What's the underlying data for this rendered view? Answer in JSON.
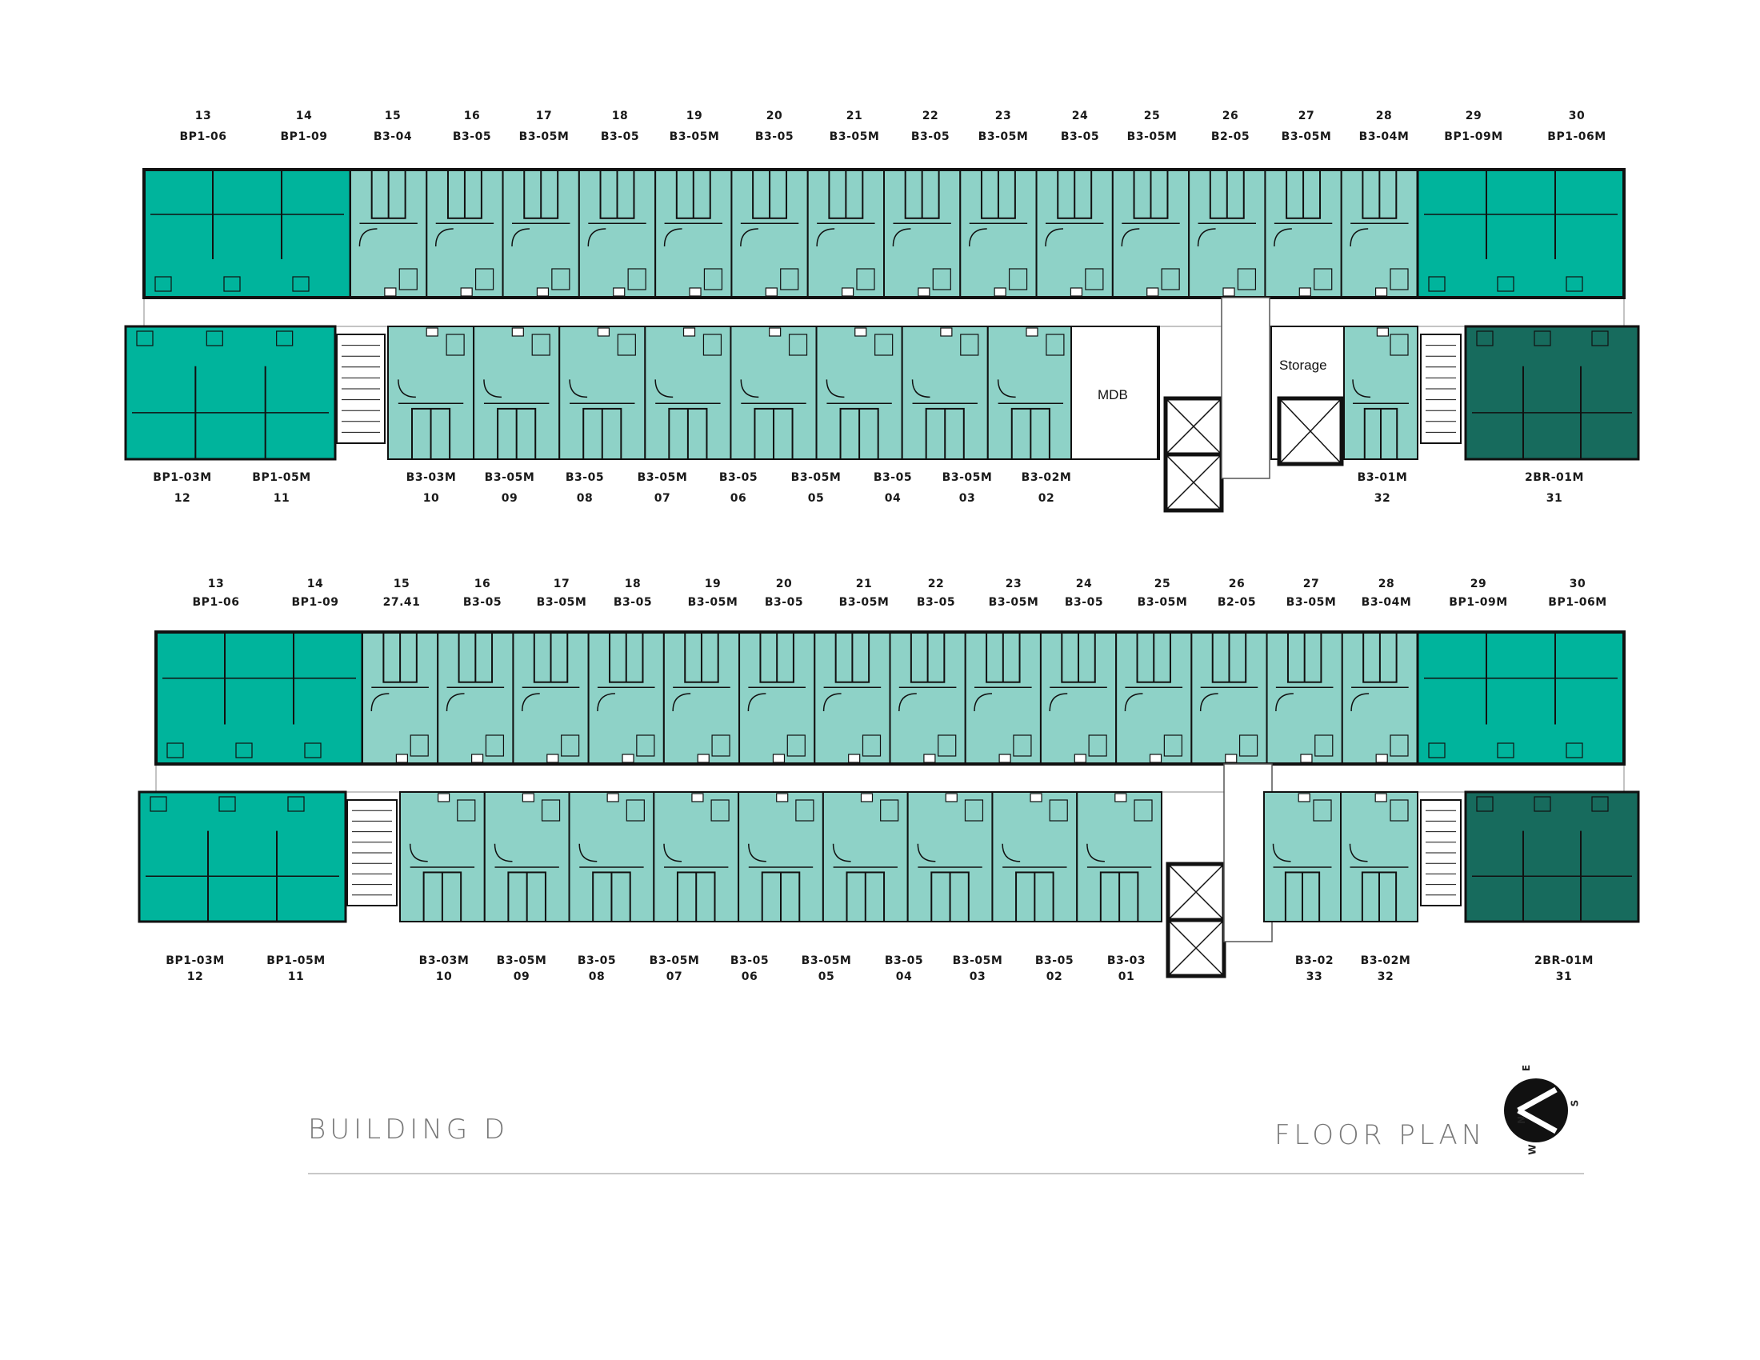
{
  "colors": {
    "studio": "#8ed2c7",
    "one_bedroom": "#00b49c",
    "two_bedroom": "#176b5d",
    "wall": "#111111",
    "corridor": "#ffffff",
    "rule": "#c8c8c8"
  },
  "floor_upper": {
    "top_units": [
      {
        "num": "13",
        "type": "BP1-06"
      },
      {
        "num": "14",
        "type": "BP1-09"
      },
      {
        "num": "15",
        "type": "B3-04"
      },
      {
        "num": "16",
        "type": "B3-05"
      },
      {
        "num": "17",
        "type": "B3-05M"
      },
      {
        "num": "18",
        "type": "B3-05"
      },
      {
        "num": "19",
        "type": "B3-05M"
      },
      {
        "num": "20",
        "type": "B3-05"
      },
      {
        "num": "21",
        "type": "B3-05M"
      },
      {
        "num": "22",
        "type": "B3-05"
      },
      {
        "num": "23",
        "type": "B3-05M"
      },
      {
        "num": "24",
        "type": "B3-05"
      },
      {
        "num": "25",
        "type": "B3-05M"
      },
      {
        "num": "26",
        "type": "B2-05"
      },
      {
        "num": "27",
        "type": "B3-05M"
      },
      {
        "num": "28",
        "type": "B3-04M"
      },
      {
        "num": "29",
        "type": "BP1-09M"
      },
      {
        "num": "30",
        "type": "BP1-06M"
      }
    ],
    "bottom_units": [
      {
        "num": "12",
        "type": "BP1-03M"
      },
      {
        "num": "11",
        "type": "BP1-05M"
      },
      {
        "num": "10",
        "type": "B3-03M"
      },
      {
        "num": "09",
        "type": "B3-05M"
      },
      {
        "num": "08",
        "type": "B3-05"
      },
      {
        "num": "07",
        "type": "B3-05M"
      },
      {
        "num": "06",
        "type": "B3-05"
      },
      {
        "num": "05",
        "type": "B3-05M"
      },
      {
        "num": "04",
        "type": "B3-05"
      },
      {
        "num": "03",
        "type": "B3-05M"
      },
      {
        "num": "02",
        "type": "B3-02M"
      },
      {
        "num": "32",
        "type": "B3-01M"
      },
      {
        "num": "31",
        "type": "2BR-01M"
      }
    ],
    "rooms": {
      "mdb": "MDB",
      "storage": "Storage"
    }
  },
  "floor_lower": {
    "top_units": [
      {
        "num": "13",
        "type": "BP1-06"
      },
      {
        "num": "14",
        "type": "BP1-09"
      },
      {
        "num": "15",
        "type": "27.41"
      },
      {
        "num": "16",
        "type": "B3-05"
      },
      {
        "num": "17",
        "type": "B3-05M"
      },
      {
        "num": "18",
        "type": "B3-05"
      },
      {
        "num": "19",
        "type": "B3-05M"
      },
      {
        "num": "20",
        "type": "B3-05"
      },
      {
        "num": "21",
        "type": "B3-05M"
      },
      {
        "num": "22",
        "type": "B3-05"
      },
      {
        "num": "23",
        "type": "B3-05M"
      },
      {
        "num": "24",
        "type": "B3-05"
      },
      {
        "num": "25",
        "type": "B3-05M"
      },
      {
        "num": "26",
        "type": "B2-05"
      },
      {
        "num": "27",
        "type": "B3-05M"
      },
      {
        "num": "28",
        "type": "B3-04M"
      },
      {
        "num": "29",
        "type": "BP1-09M"
      },
      {
        "num": "30",
        "type": "BP1-06M"
      }
    ],
    "bottom_units": [
      {
        "num": "12",
        "type": "BP1-03M"
      },
      {
        "num": "11",
        "type": "BP1-05M"
      },
      {
        "num": "10",
        "type": "B3-03M"
      },
      {
        "num": "09",
        "type": "B3-05M"
      },
      {
        "num": "08",
        "type": "B3-05"
      },
      {
        "num": "07",
        "type": "B3-05M"
      },
      {
        "num": "06",
        "type": "B3-05"
      },
      {
        "num": "05",
        "type": "B3-05M"
      },
      {
        "num": "04",
        "type": "B3-05"
      },
      {
        "num": "03",
        "type": "B3-05M"
      },
      {
        "num": "02",
        "type": "B3-05"
      },
      {
        "num": "01",
        "type": "B3-03"
      },
      {
        "num": "33",
        "type": "B3-02"
      },
      {
        "num": "32",
        "type": "B3-02M"
      },
      {
        "num": "31",
        "type": "2BR-01M"
      }
    ]
  },
  "footer": {
    "building": "BUILDING D",
    "plan": "FLOOR PLAN",
    "compass": {
      "e": "E",
      "s": "S",
      "n": "N",
      "w": "W"
    }
  }
}
